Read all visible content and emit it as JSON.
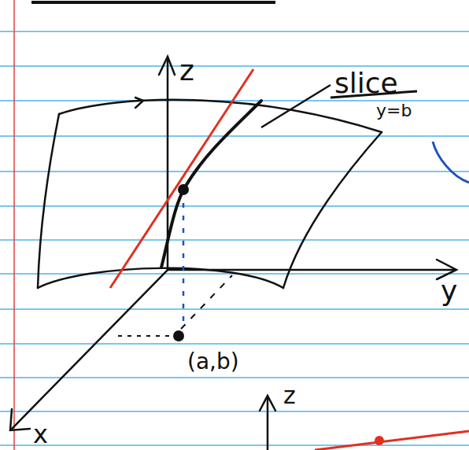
{
  "diagram": {
    "labels": [
      "z",
      "slice",
      "y=b",
      "y",
      "(a,b)",
      "x",
      "z"
    ]
  }
}
